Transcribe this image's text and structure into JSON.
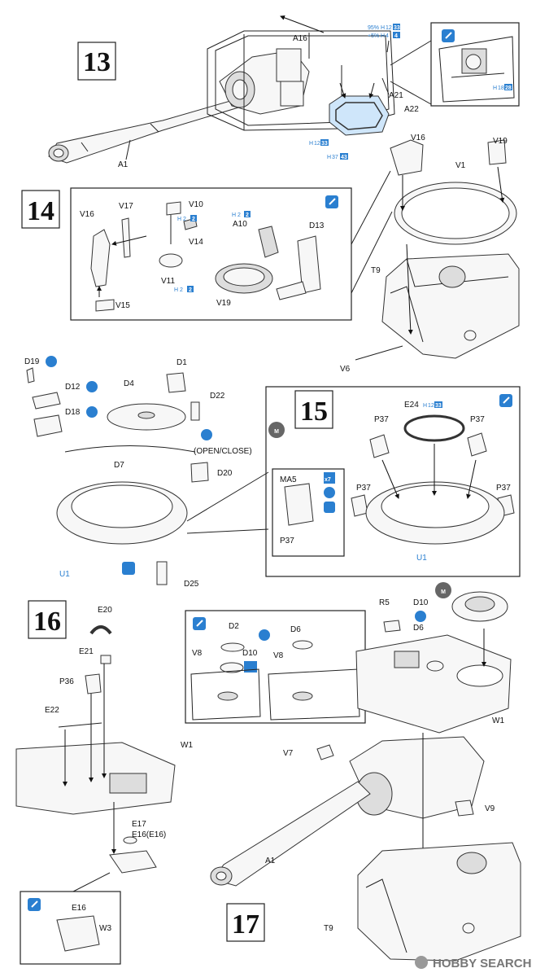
{
  "steps": {
    "s13": "13",
    "s14": "14",
    "s15": "15",
    "s16": "16",
    "s17": "17"
  },
  "step13": {
    "labels": {
      "a16": "A16",
      "a1": "A1",
      "a21": "A21",
      "a22": "A22"
    },
    "paint_top1": "95%",
    "paint_top1_code": "H",
    "paint_top1_num": "12",
    "paint_top1_tag": "33",
    "paint_top2": "+5%",
    "paint_top2_code": "H",
    "paint_top2_num": "4",
    "paint_top2_tag": "4",
    "paint_mid_code": "H",
    "paint_mid_num": "12",
    "paint_mid_tag": "33",
    "paint_low_code": "H",
    "paint_low_num": "37",
    "paint_low_tag": "43",
    "inset_paint_code": "H",
    "inset_paint_num": "18",
    "inset_paint_tag": "28"
  },
  "step14": {
    "labels": {
      "v16": "V16",
      "v17": "V17",
      "v10": "V10",
      "v14": "V14",
      "v11": "V11",
      "v15": "V15",
      "a10": "A10",
      "d13": "D13",
      "v19": "V19",
      "v16b": "V16",
      "v19b": "V19",
      "v1": "V1",
      "t9": "T9",
      "v6": "V6"
    },
    "paint1_code": "H",
    "paint1_num": "2",
    "paint1_tag": "2",
    "paint2_code": "H",
    "paint2_num": "2",
    "paint2_tag": "2",
    "paint3_code": "H",
    "paint3_num": "2",
    "paint3_tag": "2"
  },
  "step15": {
    "labels": {
      "d19": "D19",
      "d12": "D12",
      "d18": "D18",
      "d1": "D1",
      "d4": "D4",
      "d22": "D22",
      "d7": "D7",
      "d20": "D20",
      "u1": "U1",
      "d25": "D25",
      "open_close": "(OPEN/CLOSE)",
      "e24": "E24",
      "p37a": "P37",
      "p37b": "P37",
      "p37c": "P37",
      "p37d": "P37",
      "u1b": "U1",
      "ma5": "MA5",
      "p37e": "P37",
      "x7": "x7",
      "m": "M"
    },
    "e24_paint_code": "H",
    "e24_paint_num": "12",
    "e24_paint_tag": "33"
  },
  "step16": {
    "labels": {
      "e20": "E20",
      "e21": "E21",
      "p36": "P36",
      "e22": "E22",
      "w1": "W1",
      "e17": "E17",
      "e16": "E16(E16)",
      "e16b": "E16",
      "w3": "W3"
    }
  },
  "step17": {
    "labels": {
      "d2": "D2",
      "v8": "V8",
      "d10": "D10",
      "d6": "D6",
      "v8b": "V8",
      "r5": "R5",
      "d10b": "D10",
      "d6b": "D6",
      "w1": "W1",
      "v7": "V7",
      "v9": "V9",
      "a1": "A1",
      "t9": "T9",
      "m": "M"
    }
  },
  "watermark": "HOBBY SEARCH"
}
